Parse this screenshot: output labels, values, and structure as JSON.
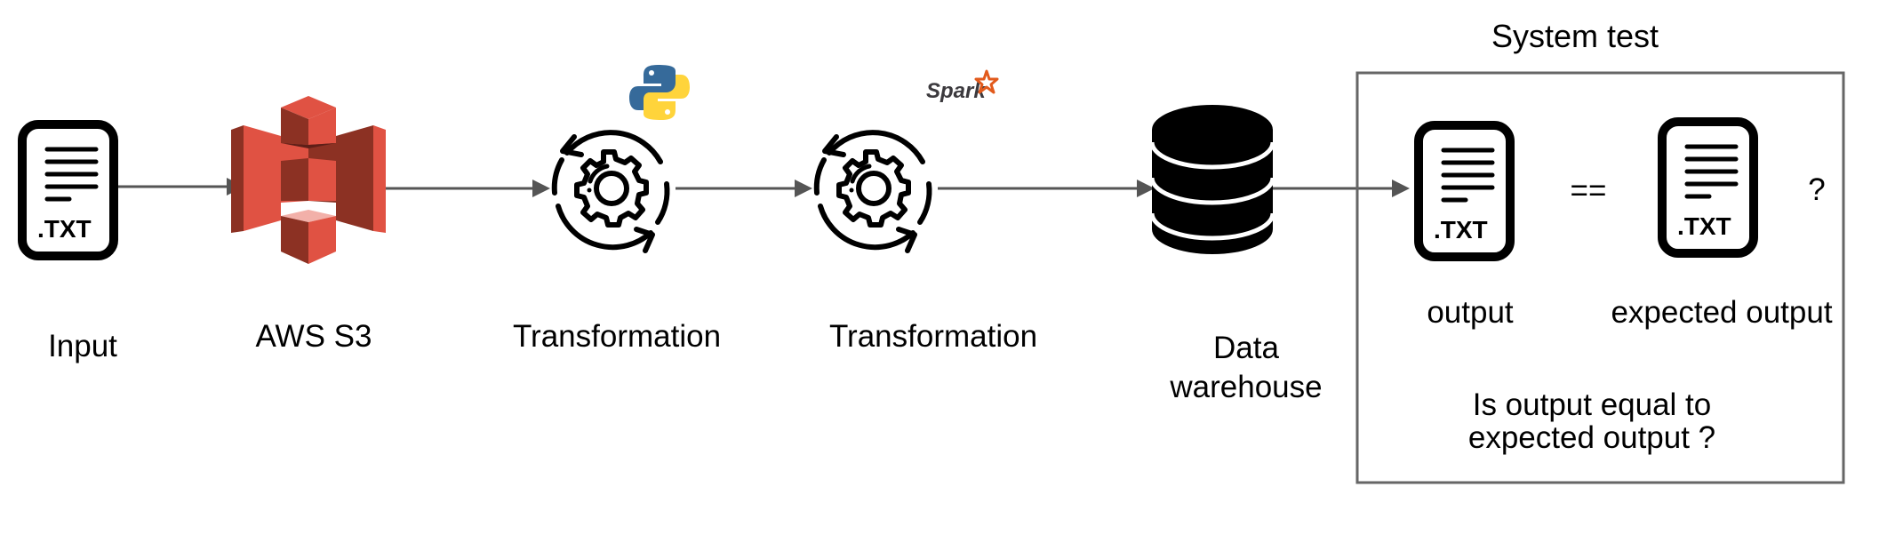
{
  "nodes": {
    "input": {
      "label": "Input",
      "icon": "txt-file-icon",
      "file_ext": ".TXT"
    },
    "s3": {
      "label": "AWS S3",
      "icon": "aws-s3-icon",
      "colors": {
        "light": "#E05243",
        "dark": "#8C3123",
        "darkest": "#5E1F18",
        "highlight": "#F2B0A9"
      }
    },
    "transform_python": {
      "label": "Transformation",
      "icon": "gear-cycle-icon",
      "badge": "python-logo-icon",
      "badge_colors": {
        "blue": "#366A9A",
        "yellow": "#FFD43B"
      }
    },
    "transform_spark": {
      "label": "Transformation",
      "icon": "gear-cycle-icon",
      "badge": "spark-logo-icon",
      "badge_text": "Spark",
      "badge_color": "#E25A1C"
    },
    "warehouse": {
      "label_line1": "Data",
      "label_line2": "warehouse",
      "icon": "database-icon"
    }
  },
  "system_test": {
    "title": "System test",
    "output": {
      "label": "output",
      "file_ext": ".TXT"
    },
    "operator": "==",
    "expected": {
      "label": "expected output",
      "file_ext": ".TXT"
    },
    "question_mark": "?",
    "question_line1": "Is output equal to",
    "question_line2": "expected output ?"
  },
  "edges": [
    {
      "from": "input",
      "to": "s3"
    },
    {
      "from": "s3",
      "to": "transform_python"
    },
    {
      "from": "transform_python",
      "to": "transform_spark"
    },
    {
      "from": "transform_spark",
      "to": "warehouse"
    },
    {
      "from": "warehouse",
      "to": "system_test.output"
    }
  ],
  "colors": {
    "connector": "#555555",
    "box_border": "#666666",
    "icon": "#000000"
  }
}
